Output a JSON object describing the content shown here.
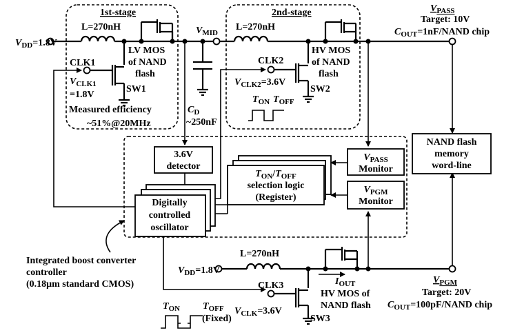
{
  "stage1": {
    "title": "1st-stage",
    "vdd": "V",
    "vdd_sub": "DD",
    "vdd_val": "=1.8V",
    "inductor": "L=270nH",
    "clk": "CLK1",
    "vclk": "V",
    "vclk_sub": "CLK1",
    "vclk_val": "=1.8V",
    "mos_l1": "LV MOS",
    "mos_l2": "of NAND",
    "mos_l3": "flash",
    "sw": "SW1",
    "eff_l1": "Measured efficiency",
    "eff_l2": "~51%@20MHz"
  },
  "vmid": {
    "v": "V",
    "sub": "MID"
  },
  "cd": {
    "c": "C",
    "sub": "D",
    "val": "~250nF"
  },
  "stage2": {
    "title": "2nd-stage",
    "inductor": "L=270nH",
    "clk": "CLK2",
    "vclk": "V",
    "vclk_sub": "CLK2",
    "vclk_val": "=3.6V",
    "mos_l1": "HV MOS",
    "mos_l2": "of NAND",
    "mos_l3": "flash",
    "sw": "SW2",
    "ton": "T",
    "ton_sub": "ON",
    "toff": "T",
    "toff_sub": "OFF"
  },
  "vpass": {
    "v": "V",
    "sub": "PASS",
    "target": "Target: 10V",
    "cout": "C",
    "cout_sub": "OUT",
    "cout_val": "=1nF/NAND chip"
  },
  "nand": {
    "l1": "NAND flash",
    "l2": "memory",
    "l3": "word-line"
  },
  "controller": {
    "detector_l1": "3.6V",
    "detector_l2": "detector",
    "sel_t": "T",
    "sel_on": "ON",
    "sel_slash": "/",
    "sel_t2": "T",
    "sel_off": "OFF",
    "sel_l2": "selection logic",
    "sel_l3": "(Register)",
    "dco_l1": "Digitally",
    "dco_l2": "controlled",
    "dco_l3": "oscillator",
    "mon_pass_v": "V",
    "mon_pass_sub": "PASS",
    "mon_pass_l2": "Monitor",
    "mon_pgm_v": "V",
    "mon_pgm_sub": "PGM",
    "mon_pgm_l2": "Monitor",
    "label_l1": "Integrated boost converter",
    "label_l2": "controller",
    "label_l3": "(0.18μm standard CMOS)"
  },
  "stage3": {
    "inductor": "L=270nH",
    "vdd": "V",
    "vdd_sub": "DD",
    "vdd_val": "=1.8V",
    "clk": "CLK3",
    "vclk": "V",
    "vclk_sub": "CLK",
    "vclk_val": "=3.6V",
    "mos_l1": "HV MOS of",
    "mos_l2": "NAND flash",
    "sw": "SW3",
    "iout": "I",
    "iout_sub": "OUT",
    "ton": "T",
    "ton_sub": "ON",
    "toff": "T",
    "toff_sub": "OFF",
    "fixed": "(Fixed)"
  },
  "vpgm": {
    "v": "V",
    "sub": "PGM",
    "target": "Target: 20V",
    "cout": "C",
    "cout_sub": "OUT",
    "cout_val": "=100pF/NAND chip"
  }
}
